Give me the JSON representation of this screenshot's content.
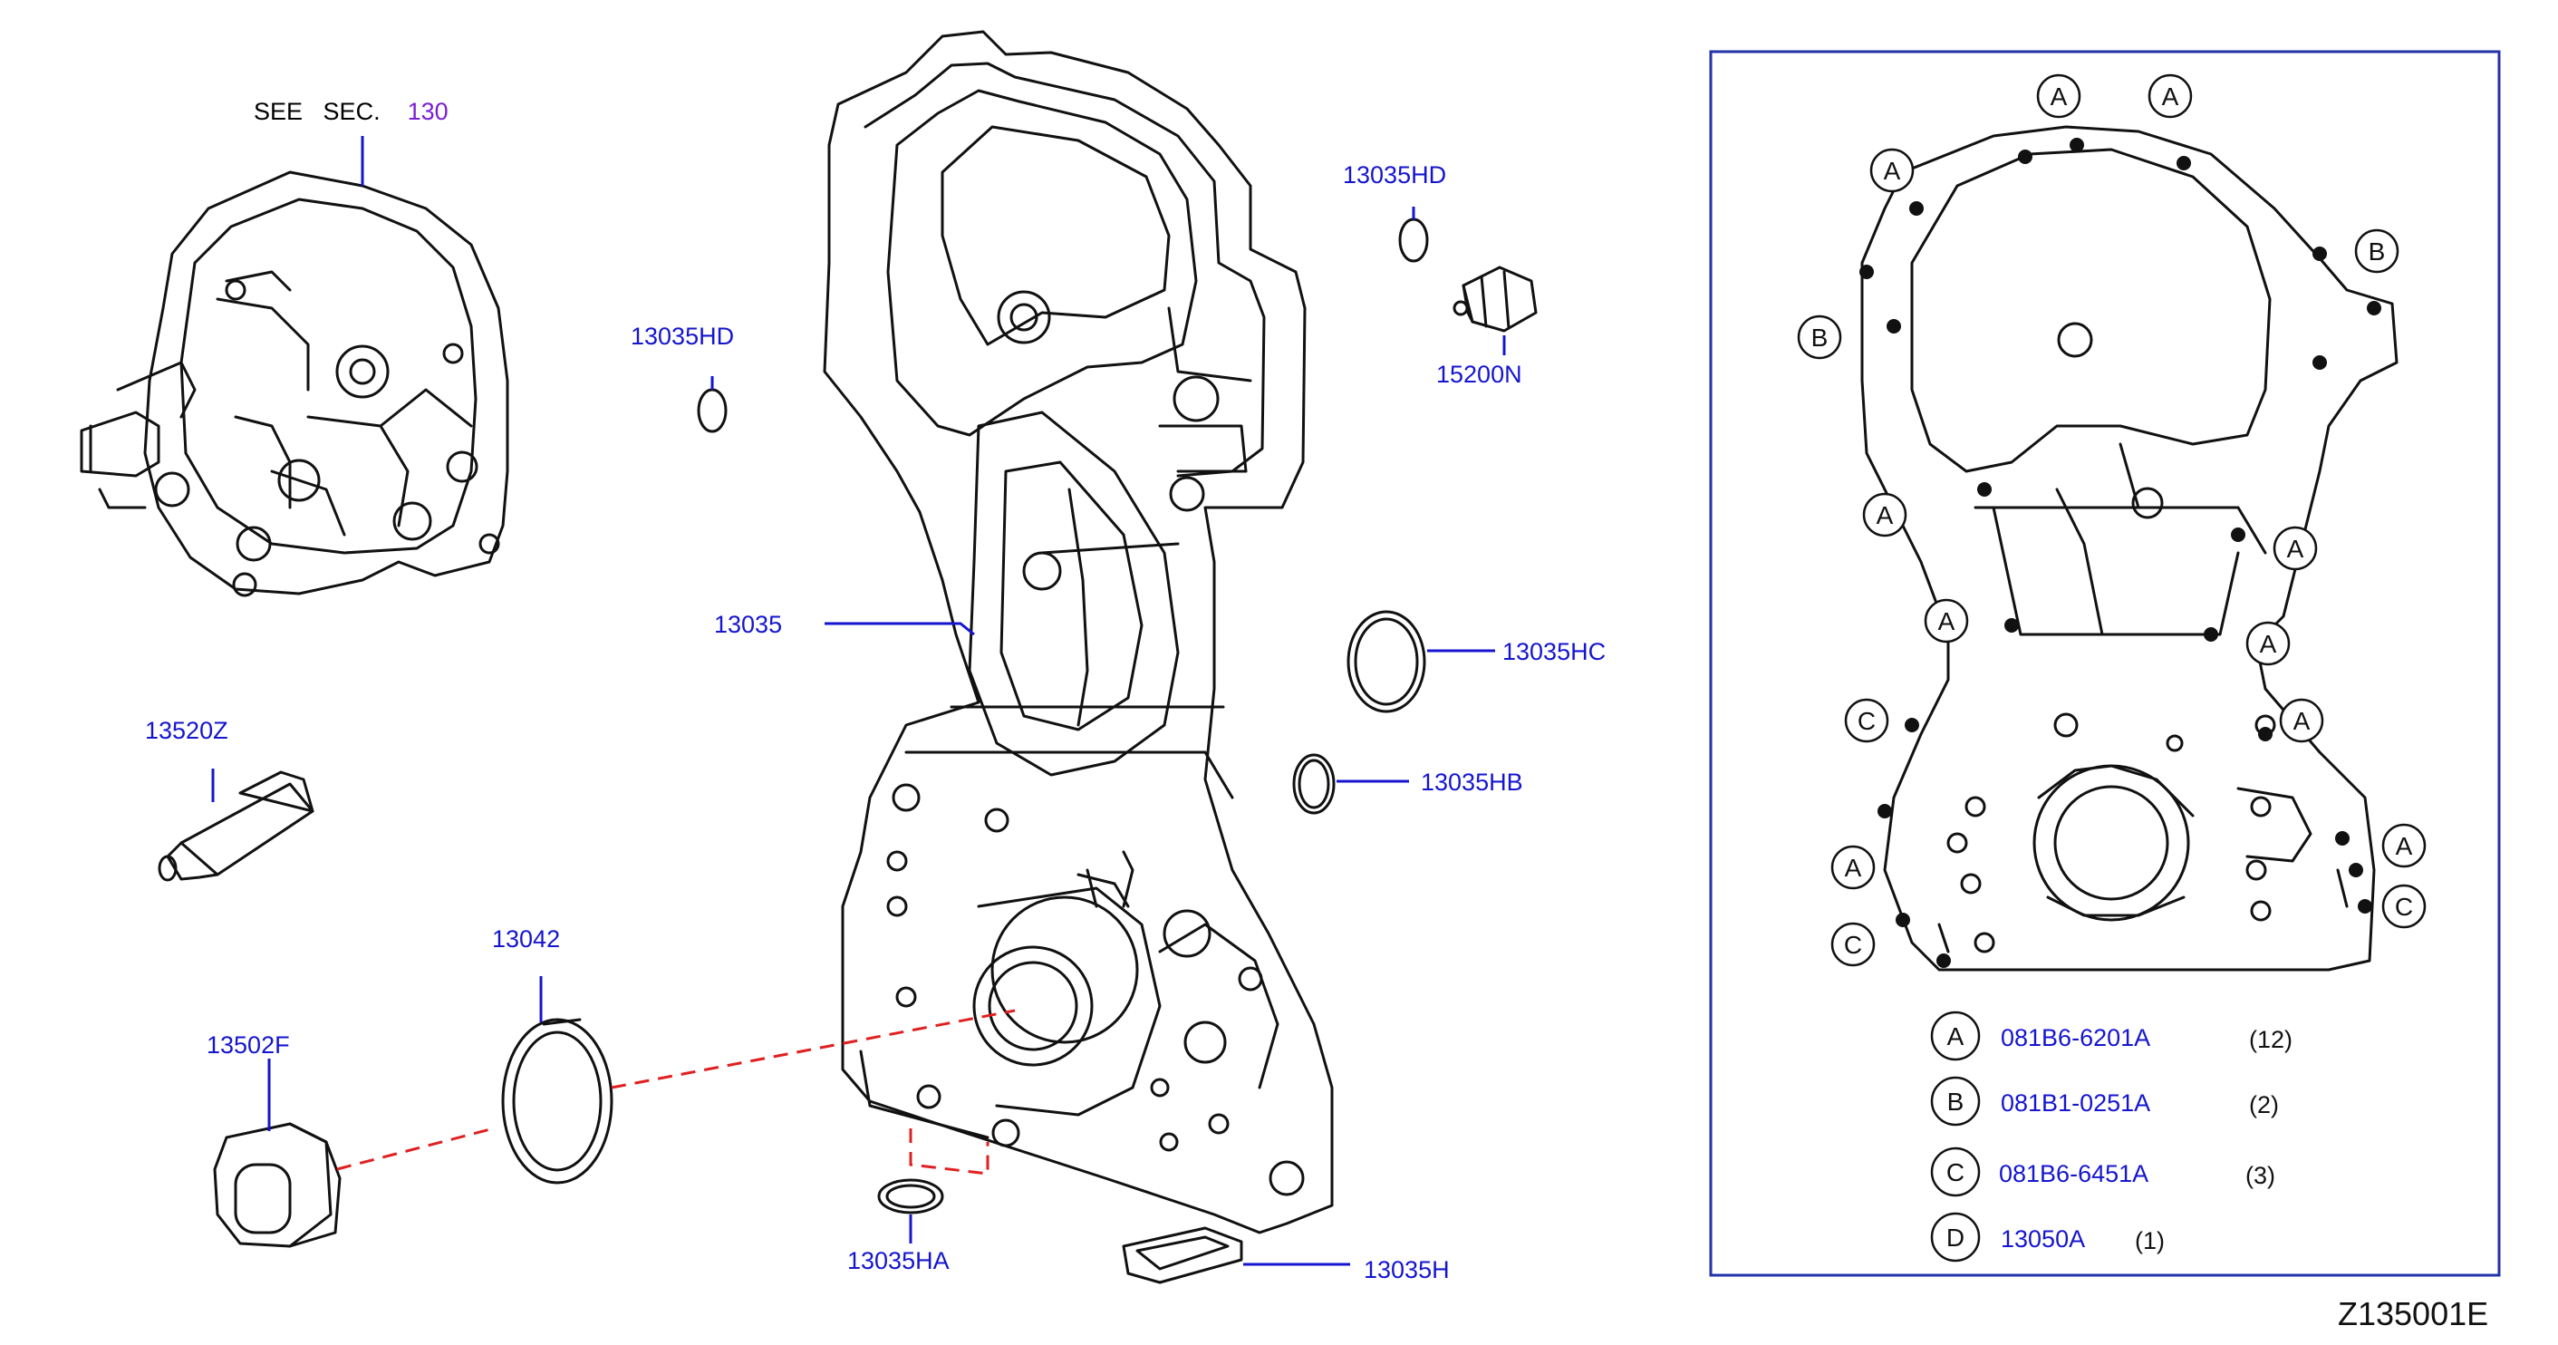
{
  "see_sec": {
    "see": "SEE",
    "sec": "SEC.",
    "num": "130"
  },
  "labels": {
    "p13035HD_a": "13035HD",
    "p13035HD_b": "13035HD",
    "p15200N": "15200N",
    "p13035": "13035",
    "p13035HC": "13035HC",
    "p13035HB": "13035HB",
    "p13520Z": "13520Z",
    "p13042": "13042",
    "p13502F": "13502F",
    "p13035HA": "13035HA",
    "p13035H": "13035H"
  },
  "callout_letters": {
    "a": "A",
    "b": "B",
    "c": "C",
    "d": "D"
  },
  "fasteners": [
    {
      "letter": "A",
      "part": "081B6-6201A",
      "qty": "(12)"
    },
    {
      "letter": "B",
      "part": "081B1-0251A",
      "qty": "(2)"
    },
    {
      "letter": "C",
      "part": "081B6-6451A",
      "qty": "(3)"
    },
    {
      "letter": "D",
      "part": "13050A",
      "qty": "(1)"
    }
  ],
  "diagram_id": "Z135001E",
  "colors": {
    "line": "#111111",
    "leader": "#1515cf",
    "label": "#1515cf",
    "dashed": "#e02020",
    "frame": "#2233aa",
    "ref": "#7a1fd6"
  }
}
